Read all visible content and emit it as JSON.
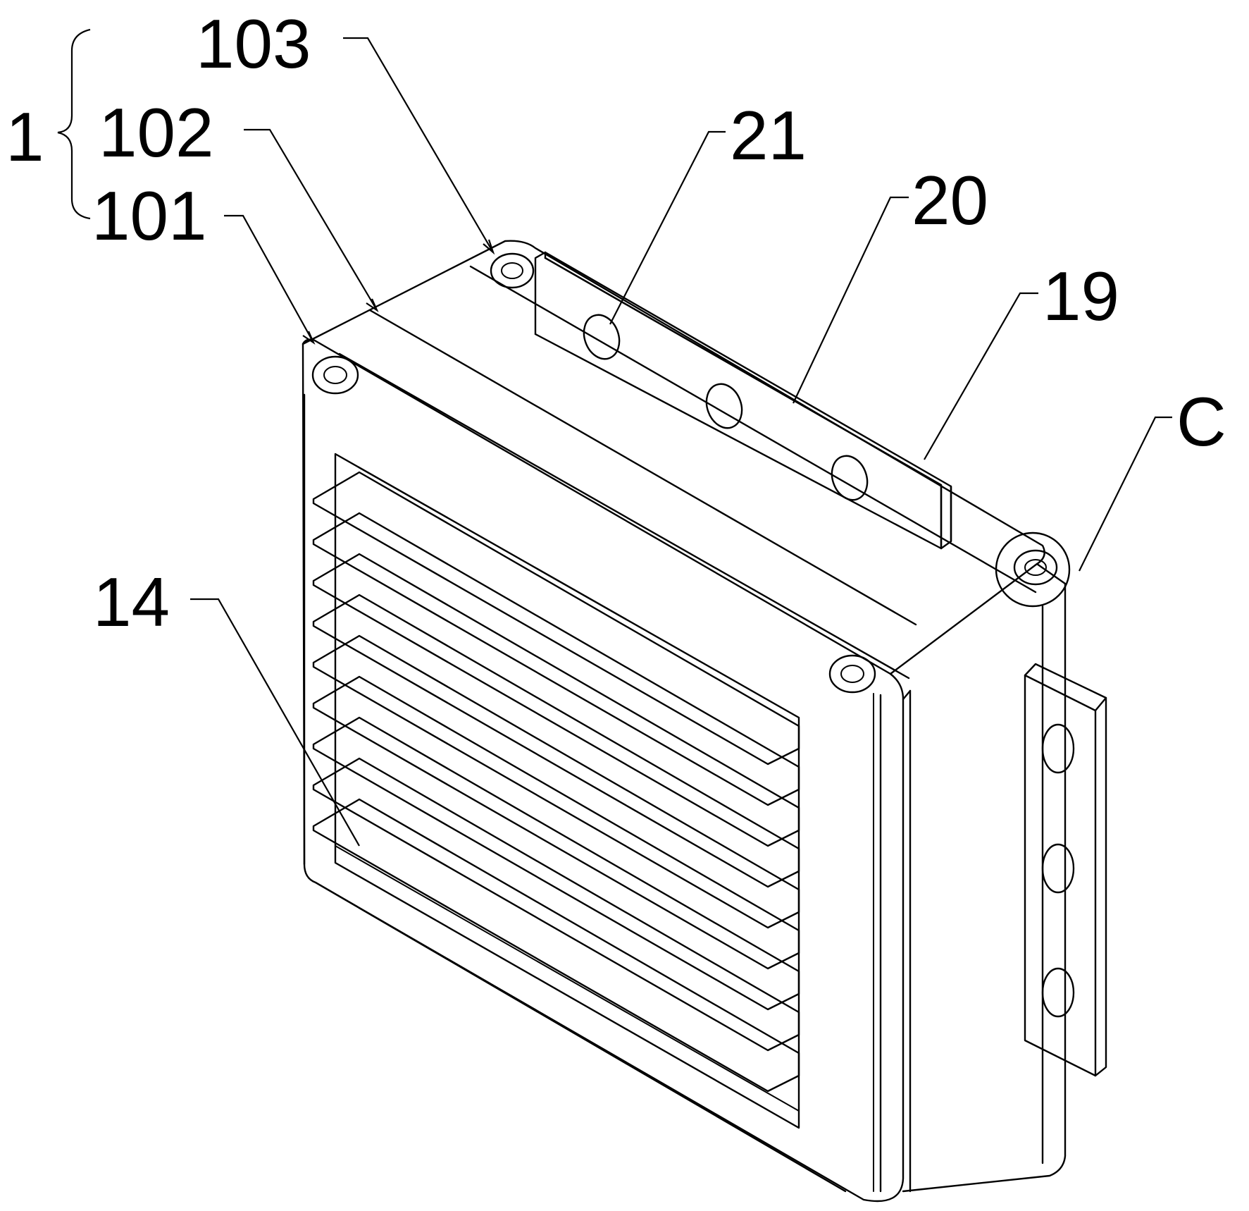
{
  "figure": {
    "labels": {
      "group": "1",
      "part_103": "103",
      "part_102": "102",
      "part_101": "101",
      "part_21": "21",
      "part_20": "20",
      "part_19": "19",
      "detail_c": "C",
      "part_14": "14"
    },
    "louver": {
      "slat_count": 9
    },
    "colors": {
      "line": "#000000",
      "background": "#ffffff"
    }
  }
}
